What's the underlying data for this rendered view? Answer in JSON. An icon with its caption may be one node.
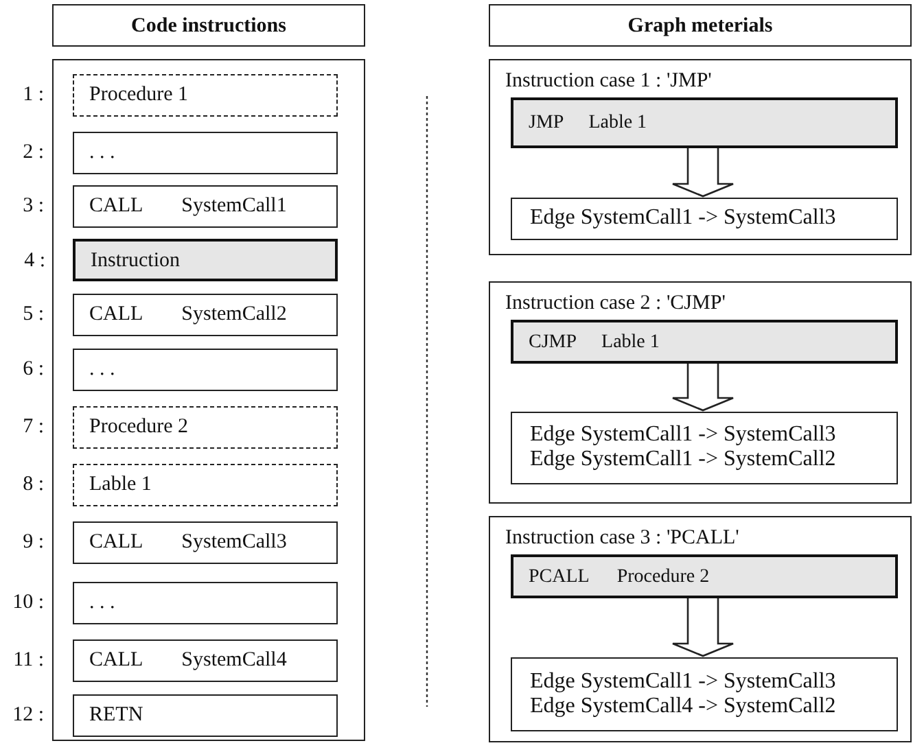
{
  "diagram": {
    "nodes": [
      {
        "text": [
          "Code instructions"
        ]
      },
      {
        "text": [],
        "shape": "box"
      },
      {
        "text": [
          "Procedure 1"
        ],
        "in": 1,
        "beside": [
          "1 :"
        ]
      },
      {
        "text": [
          ". . ."
        ],
        "in": 1,
        "beside": [
          "2 :"
        ]
      },
      {
        "text": [
          "CALL",
          "SystemCall1"
        ],
        "in": 1,
        "beside": [
          "3 :"
        ]
      },
      {
        "text": [
          "Instruction"
        ],
        "in": 1,
        "beside": [
          "4 :"
        ]
      },
      {
        "text": [
          "CALL",
          "SystemCall2"
        ],
        "in": 1,
        "beside": [
          "5 :"
        ]
      },
      {
        "text": [
          ". . ."
        ],
        "in": 1,
        "beside": [
          "6 :"
        ]
      },
      {
        "text": [
          "Procedure 2"
        ],
        "in": 1,
        "beside": [
          "7 :"
        ]
      },
      {
        "text": [
          "Lable 1"
        ],
        "in": 1,
        "beside": [
          "8 :"
        ]
      },
      {
        "text": [
          "CALL",
          "SystemCall3"
        ],
        "in": 1,
        "beside": [
          "9 :"
        ]
      },
      {
        "text": [
          ". . ."
        ],
        "in": 1,
        "beside": [
          "10 :"
        ]
      },
      {
        "text": [
          "CALL",
          "SystemCall4"
        ],
        "in": 1,
        "beside": [
          "11 :"
        ]
      },
      {
        "text": [
          "RETN"
        ],
        "in": 1,
        "beside": [
          "12 :"
        ]
      },
      {
        "text": [
          "Graph meterials"
        ]
      },
      {
        "text": [
          "Instruction case 1 : 'JMP'"
        ]
      },
      {
        "text": [
          "JMP",
          "Lable 1"
        ],
        "in": 15
      },
      {
        "text": [
          "Edge SystemCall1 -> SystemCall3"
        ],
        "in": 15
      },
      {
        "text": [
          "Instruction case 2 : 'CJMP'"
        ]
      },
      {
        "text": [
          "CJMP",
          "Lable 1"
        ],
        "in": 18
      },
      {
        "text": [
          "Edge SystemCall1 -> SystemCall3",
          "Edge SystemCall1 -> SystemCall2"
        ],
        "in": 18
      },
      {
        "text": [
          "Instruction case 3 : 'PCALL'"
        ]
      },
      {
        "text": [
          "PCALL",
          "Procedure 2"
        ],
        "in": 21
      },
      {
        "text": [
          "Edge SystemCall1 -> SystemCall3",
          "Edge SystemCall4 -> SystemCall2"
        ],
        "in": 21
      }
    ],
    "edges": [
      {
        "from": 16,
        "to": 17,
        "arrow": "to"
      },
      {
        "from": 19,
        "to": 20,
        "arrow": "to"
      },
      {
        "from": 22,
        "to": 23,
        "arrow": "to"
      }
    ]
  }
}
